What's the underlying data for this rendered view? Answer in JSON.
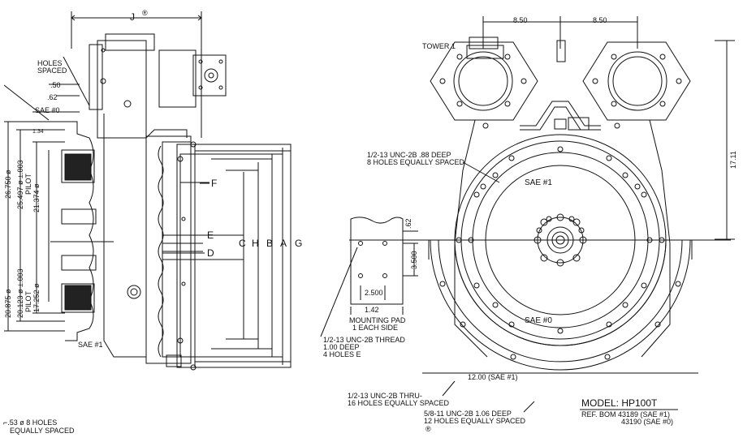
{
  "left_view": {
    "dim_j": "J",
    "dim_j_symbol": "®",
    "holes_label": [
      "HOLES",
      "SPACED"
    ],
    "dim_050": ".50",
    "dim_062": ".62",
    "sae0_top": "SAE #0",
    "dim_134": "1.34",
    "dim_26750": "26.750 ø",
    "dim_25497": "25.497 ø ±.003",
    "pilot_upper": "PILOT",
    "dim_21374": "21.374 ø",
    "dim_20875": "20.875 ø",
    "dim_20123": "20.123 ø ±.003",
    "pilot_lower": "PILOT",
    "dim_17252": "17.252 ø",
    "sae1_bottom": "SAE #1",
    "letter_f": "F",
    "letter_e": "E",
    "letter_d": "D",
    "letters_chbag": [
      "C",
      "H",
      "B",
      "A",
      "G"
    ],
    "holes_note": [
      "⌐.53 ø 8 HOLES",
      "EQUALLY SPACED"
    ]
  },
  "right_view": {
    "dim_850_left": "8.50",
    "dim_850_right": "8.50",
    "tower": "TOWER 1",
    "dim_1711": "17.11",
    "note_thread_1": [
      "1/2-13 UNC-2B .88 DEEP",
      "8 HOLES EQUALLY SPACED"
    ],
    "sae1": "SAE #1",
    "sae0": "SAE #0",
    "dim_62": ".62",
    "dim_3500": "3.500",
    "dim_2500": "2.500",
    "dim_142": "1.42",
    "mounting_pad": [
      "MOUNTING PAD",
      "1 EACH SIDE"
    ],
    "note_thread_2": [
      "1/2-13 UNC-2B THREAD",
      "1.00 DEEP",
      "4 HOLES E"
    ],
    "dim_1200": "12.00 (SAE #1)",
    "note_thread_3": [
      "1/2-13 UNC-2B THRU-",
      "16 HOLES EQUALLY SPACED"
    ],
    "note_thread_4": [
      "5/8-11 UNC-2B 1.06 DEEP",
      "12 HOLES EQUALLY SPACED"
    ],
    "note_symbol": "®",
    "model": "MODEL: HP100T",
    "ref_bom": [
      "REF. BOM 43189 (SAE #1)",
      "43190 (SAE #0)"
    ]
  }
}
